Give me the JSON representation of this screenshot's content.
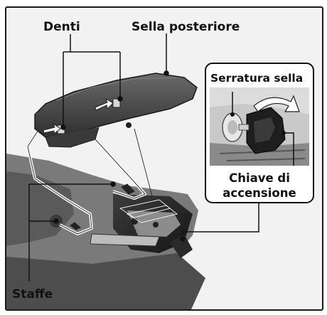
{
  "labels": {
    "teeth": "Denti",
    "rear_seat": "Sella posteriore",
    "seat_lock": "Serratura sella",
    "ignition_key_line1": "Chiave di",
    "ignition_key_line2": "accensione",
    "brackets": "Staffe"
  },
  "icons": [
    "seat-lock-icon",
    "ignition-key-icon",
    "rotation-arrow-icon"
  ],
  "colors": {
    "frame_border": "#1a1a1a",
    "background": "#f2f2f2",
    "seat": "#4a4a4a",
    "inset_panel": "#c9c9c9"
  }
}
